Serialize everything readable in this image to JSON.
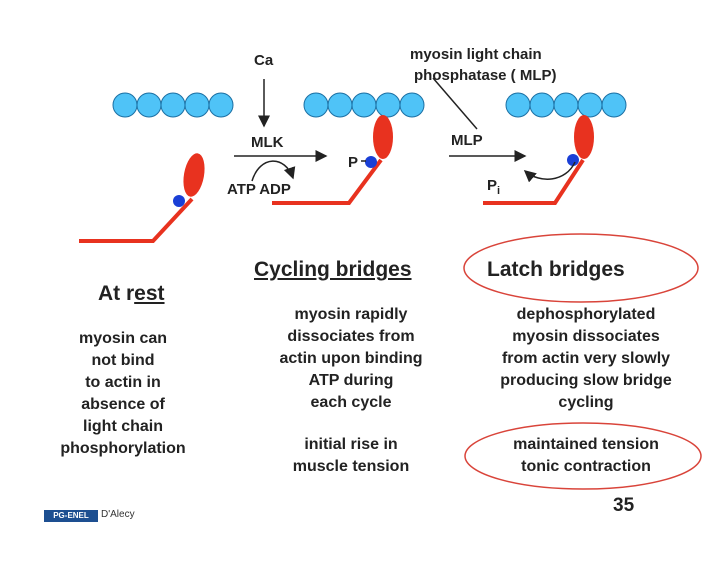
{
  "labels": {
    "ca": "Ca",
    "mlk": "MLK",
    "atp_adp": "ATP  ADP",
    "p": "P",
    "mlp_title_1": "myosin light chain",
    "mlp_title_2": "phosphatase ( MLP)",
    "mlp": "MLP",
    "pi_base": "P",
    "pi_sub": "i"
  },
  "columns": {
    "rest": {
      "heading_prefix": "At r",
      "heading_underlined": "est",
      "lines": [
        "myosin can",
        "not bind",
        "to actin in",
        "absence of",
        "light chain",
        "phosphorylation"
      ]
    },
    "cycling": {
      "heading": "Cycling bridges",
      "lines": [
        "myosin rapidly",
        "dissociates from",
        "actin upon binding",
        "ATP during",
        "each cycle"
      ],
      "lines2": [
        "initial rise in",
        "muscle tension"
      ]
    },
    "latch": {
      "heading": "Latch bridges",
      "lines": [
        "dephosphorylated",
        "myosin dissociates",
        "from actin very slowly",
        "producing slow bridge",
        "cycling"
      ],
      "lines2": [
        "maintained tension",
        "tonic contraction"
      ]
    }
  },
  "page_number": "35",
  "footer": {
    "logo": "PG-ENEL",
    "author": "D'Alecy"
  },
  "colors": {
    "actin": "#4fc3f7",
    "myosin": "#e8321f",
    "phosphate": "#1a3fd6",
    "highlight_circle": "#d9443a"
  }
}
